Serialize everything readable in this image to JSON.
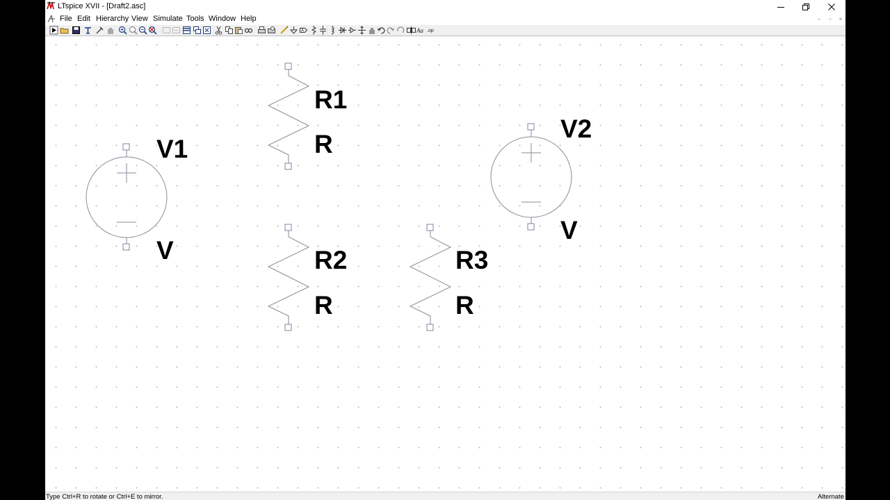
{
  "window": {
    "title": "LTspice XVII - [Draft2.asc]"
  },
  "menu": {
    "items": [
      "File",
      "Edit",
      "Hierarchy",
      "View",
      "Simulate",
      "Tools",
      "Window",
      "Help"
    ]
  },
  "toolbar": {
    "buttons": [
      "run-icon",
      "open-icon",
      "save-icon",
      "control-panel-icon",
      "probe-icon",
      "pan-icon",
      "zoom-in-icon",
      "zoom-area-icon",
      "zoom-out-icon",
      "zoom-cancel-icon",
      "autorange-icon",
      "tile-icon",
      "cascade-icon",
      "cut-icon",
      "copy-icon",
      "paste-icon",
      "find-icon",
      "print-icon",
      "print-preview-icon",
      "wire-icon",
      "ground-icon",
      "label-net-icon",
      "resistor-icon",
      "capacitor-icon",
      "inductor-icon",
      "diode-icon",
      "component-icon",
      "move-icon",
      "drag-icon",
      "undo-icon",
      "redo-icon",
      "rotate-icon",
      "mirror-icon",
      "text-icon",
      "spice-directive-icon"
    ]
  },
  "schematic": {
    "components": [
      {
        "id": "V1",
        "type": "voltage-source",
        "name": "V1",
        "value": "V"
      },
      {
        "id": "R1",
        "type": "resistor",
        "name": "R1",
        "value": "R"
      },
      {
        "id": "R2",
        "type": "resistor",
        "name": "R2",
        "value": "R"
      },
      {
        "id": "R3",
        "type": "resistor",
        "name": "R3",
        "value": "R"
      },
      {
        "id": "V2",
        "type": "voltage-source",
        "name": "V2",
        "value": "V"
      }
    ]
  },
  "status": {
    "message": "Type Ctrl+R to rotate or Ctrl+E to mirror.",
    "mode": "Alternate"
  },
  "colors": {
    "component_stroke": "#8a8a9a",
    "pin_stroke": "#8080a0",
    "grid_dot": "#b8b8b8",
    "label": "#000000"
  }
}
